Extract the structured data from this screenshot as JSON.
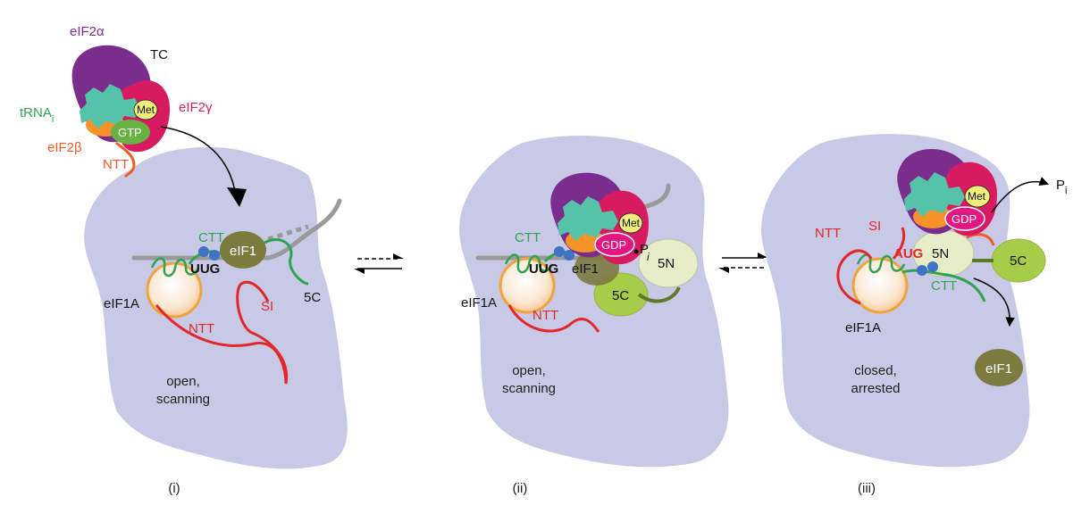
{
  "colors": {
    "ribosome": "#c7c9e6",
    "mrna": "#9a9a9a",
    "eif1a_fill": "#fbe7d2",
    "eif1a_ring": "#f2a23c",
    "green": "#2ea44f",
    "red": "#e3272b",
    "eif1": "#7d7a40",
    "eif5n": "#e6edc8",
    "eif5c": "#a6cc4a",
    "eif2a": "#7b2d8e",
    "eif2g": "#d81b60",
    "eif2b": "#f5922a",
    "trna": "#55c3aa",
    "met": "#f0ee7a",
    "gtp": "#68b245",
    "gdp": "#e3177f",
    "blue_dot": "#3f73c5",
    "ntt_tc": "#f15a24",
    "arrow": "#000000"
  },
  "tc_labels": {
    "eif2a": "eIF2α",
    "tc": "TC",
    "eif2g": "eIF2γ",
    "trna": "tRNA",
    "trna_sub": "i",
    "eif2b": "eIF2β",
    "ntt": "NTT",
    "met": "Met",
    "gtp": "GTP"
  },
  "panel1": {
    "ctt": "CTT",
    "codon": "UUG",
    "eif1": "eIF1",
    "eif1a": "eIF1A",
    "ntt": "NTT",
    "si": "SI",
    "five_c": "5C",
    "state_line1": "open,",
    "state_line2": "scanning",
    "panel_label": "(i)"
  },
  "panel2": {
    "ctt": "CTT",
    "codon": "UUG",
    "eif1": "eIF1",
    "eif1a": "eIF1A",
    "ntt": "NTT",
    "met": "Met",
    "gdp": "GDP",
    "pi": "P",
    "pi_sub": "i",
    "five_n": "5N",
    "five_c": "5C",
    "state_line1": "open,",
    "state_line2": "scanning",
    "panel_label": "(ii)"
  },
  "panel3": {
    "ntt": "NTT",
    "si": "SI",
    "codon": "AUG",
    "ctt": "CTT",
    "eif1a": "eIF1A",
    "met": "Met",
    "gdp": "GDP",
    "pi": "P",
    "pi_sub": "i",
    "five_n": "5N",
    "five_c": "5C",
    "eif1": "eIF1",
    "state_line1": "closed,",
    "state_line2": "arrested",
    "panel_label": "(iii)"
  }
}
